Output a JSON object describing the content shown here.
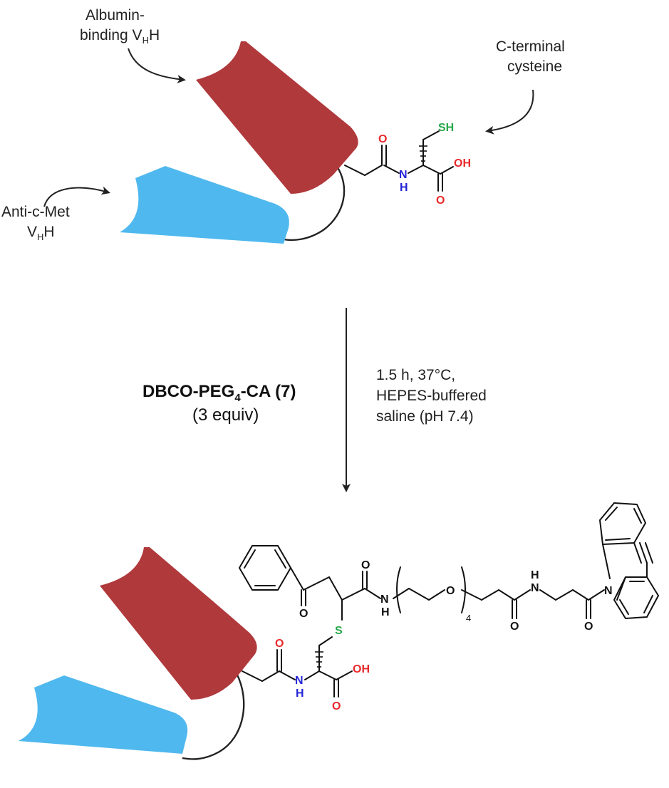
{
  "colors": {
    "albumin_vhh": "#b0393c",
    "anti_cmet_vhh": "#4fb8ee",
    "oxygen": "#e8282b",
    "nitrogen": "#2525d8",
    "sulfur": "#26a84a",
    "bond": "#111111",
    "text": "#222222"
  },
  "labels": {
    "albumin_line1": "Albumin-",
    "albumin_line2_prefix": "binding V",
    "albumin_sub": "H",
    "albumin_suffix": "H",
    "cterm_line1": "C-terminal",
    "cterm_line2": "cysteine",
    "anticmet_line1": "Anti-c-Met",
    "anticmet_prefix": "V",
    "anticmet_sub": "H",
    "anticmet_suffix": "H"
  },
  "reagent": {
    "name_prefix": "DBCO-PEG",
    "name_sub": "4",
    "name_suffix": "-CA (",
    "compound_number": "7",
    "close_paren": ")",
    "equiv": "(3 equiv)"
  },
  "conditions": {
    "line1": "1.5 h, 37°C,",
    "line2": "HEPES-buffered",
    "line3": "saline (pH 7.4)"
  },
  "atoms": {
    "O": "O",
    "N": "N",
    "H": "H",
    "OH": "OH",
    "SH": "SH",
    "S": "S",
    "NH": "N",
    "peg_repeat": "4"
  },
  "icons": [
    "albumin-vhh-shape",
    "anti-cmet-vhh-shape",
    "reaction-arrow",
    "pointer-arrow"
  ]
}
